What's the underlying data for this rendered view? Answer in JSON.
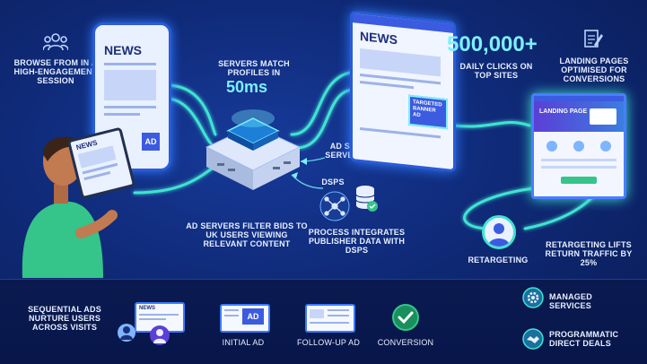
{
  "steps": {
    "browse": "BROWSE FROM IN A HIGH-ENGAGEMENT SESSION",
    "servers_match": "SERVERS MATCH PROFILES IN",
    "servers_match_time": "50ms",
    "ad_server": "AD SERVER TO SERVED BANNER",
    "filter_bids": "AD SERVERS FILTER BIDS TO UK USERS VIEWING RELEVANT CONTENT",
    "dsps": "DSPs",
    "process": "PROCESS INTEGRATES PUBLISHER DATA WITH DSPs",
    "clicks_value": "500,000+",
    "clicks_label": "DAILY CLICKS ON TOP SITES",
    "landing": "LANDING PAGES OPTIMISED FOR CONVERSIONS",
    "retargeting": "RETARGETING",
    "retargeting_lift": "RETARGETING LIFTS RETURN TRAFFIC BY 25%"
  },
  "screens": {
    "news": "NEWS",
    "ad": "AD",
    "targeted_banner": "TARGETED BANNER AD",
    "landing_page": "LANDING PAGE"
  },
  "bottom": {
    "sequential": "SEQUENTIAL ADS NURTURE USERS ACROSS VISITS",
    "news": "NEWS",
    "ad": "AD",
    "initial_ad": "INITIAL AD",
    "follow_up_ad": "FOLLOW-UP AD",
    "conversion": "CONVERSION",
    "managed": "MANAGED SERVICES",
    "programmatic": "PROGRAMMATIC DIRECT DEALS"
  },
  "colors": {
    "background": "#0f2a78",
    "accent": "#7cf0ff",
    "flow_line": "#3fe3d0",
    "primary": "#3b5be0"
  }
}
